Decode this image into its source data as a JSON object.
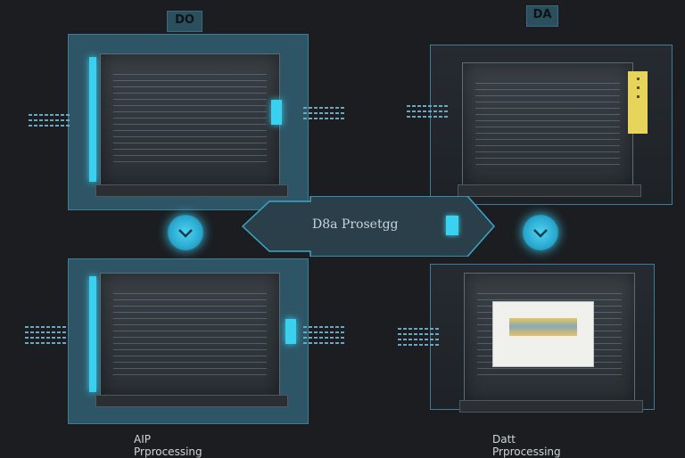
{
  "panels": {
    "top_left": {
      "tag": "DO"
    },
    "top_right": {
      "tag": "DA"
    },
    "bottom_left": {
      "caption": "AIP Prprocessing"
    },
    "bottom_right": {
      "caption": "Datt Prprocessing"
    }
  },
  "center_label": {
    "text": "D8a Prosetgg"
  },
  "colors": {
    "background": "#1b1d20",
    "teal_panel": "#2e5566",
    "neon_cyan": "#3ad0ee",
    "yellow": "#e7d55b"
  },
  "icons": [
    "chevron-down-icon",
    "chevron-down-icon",
    "server-icon"
  ]
}
